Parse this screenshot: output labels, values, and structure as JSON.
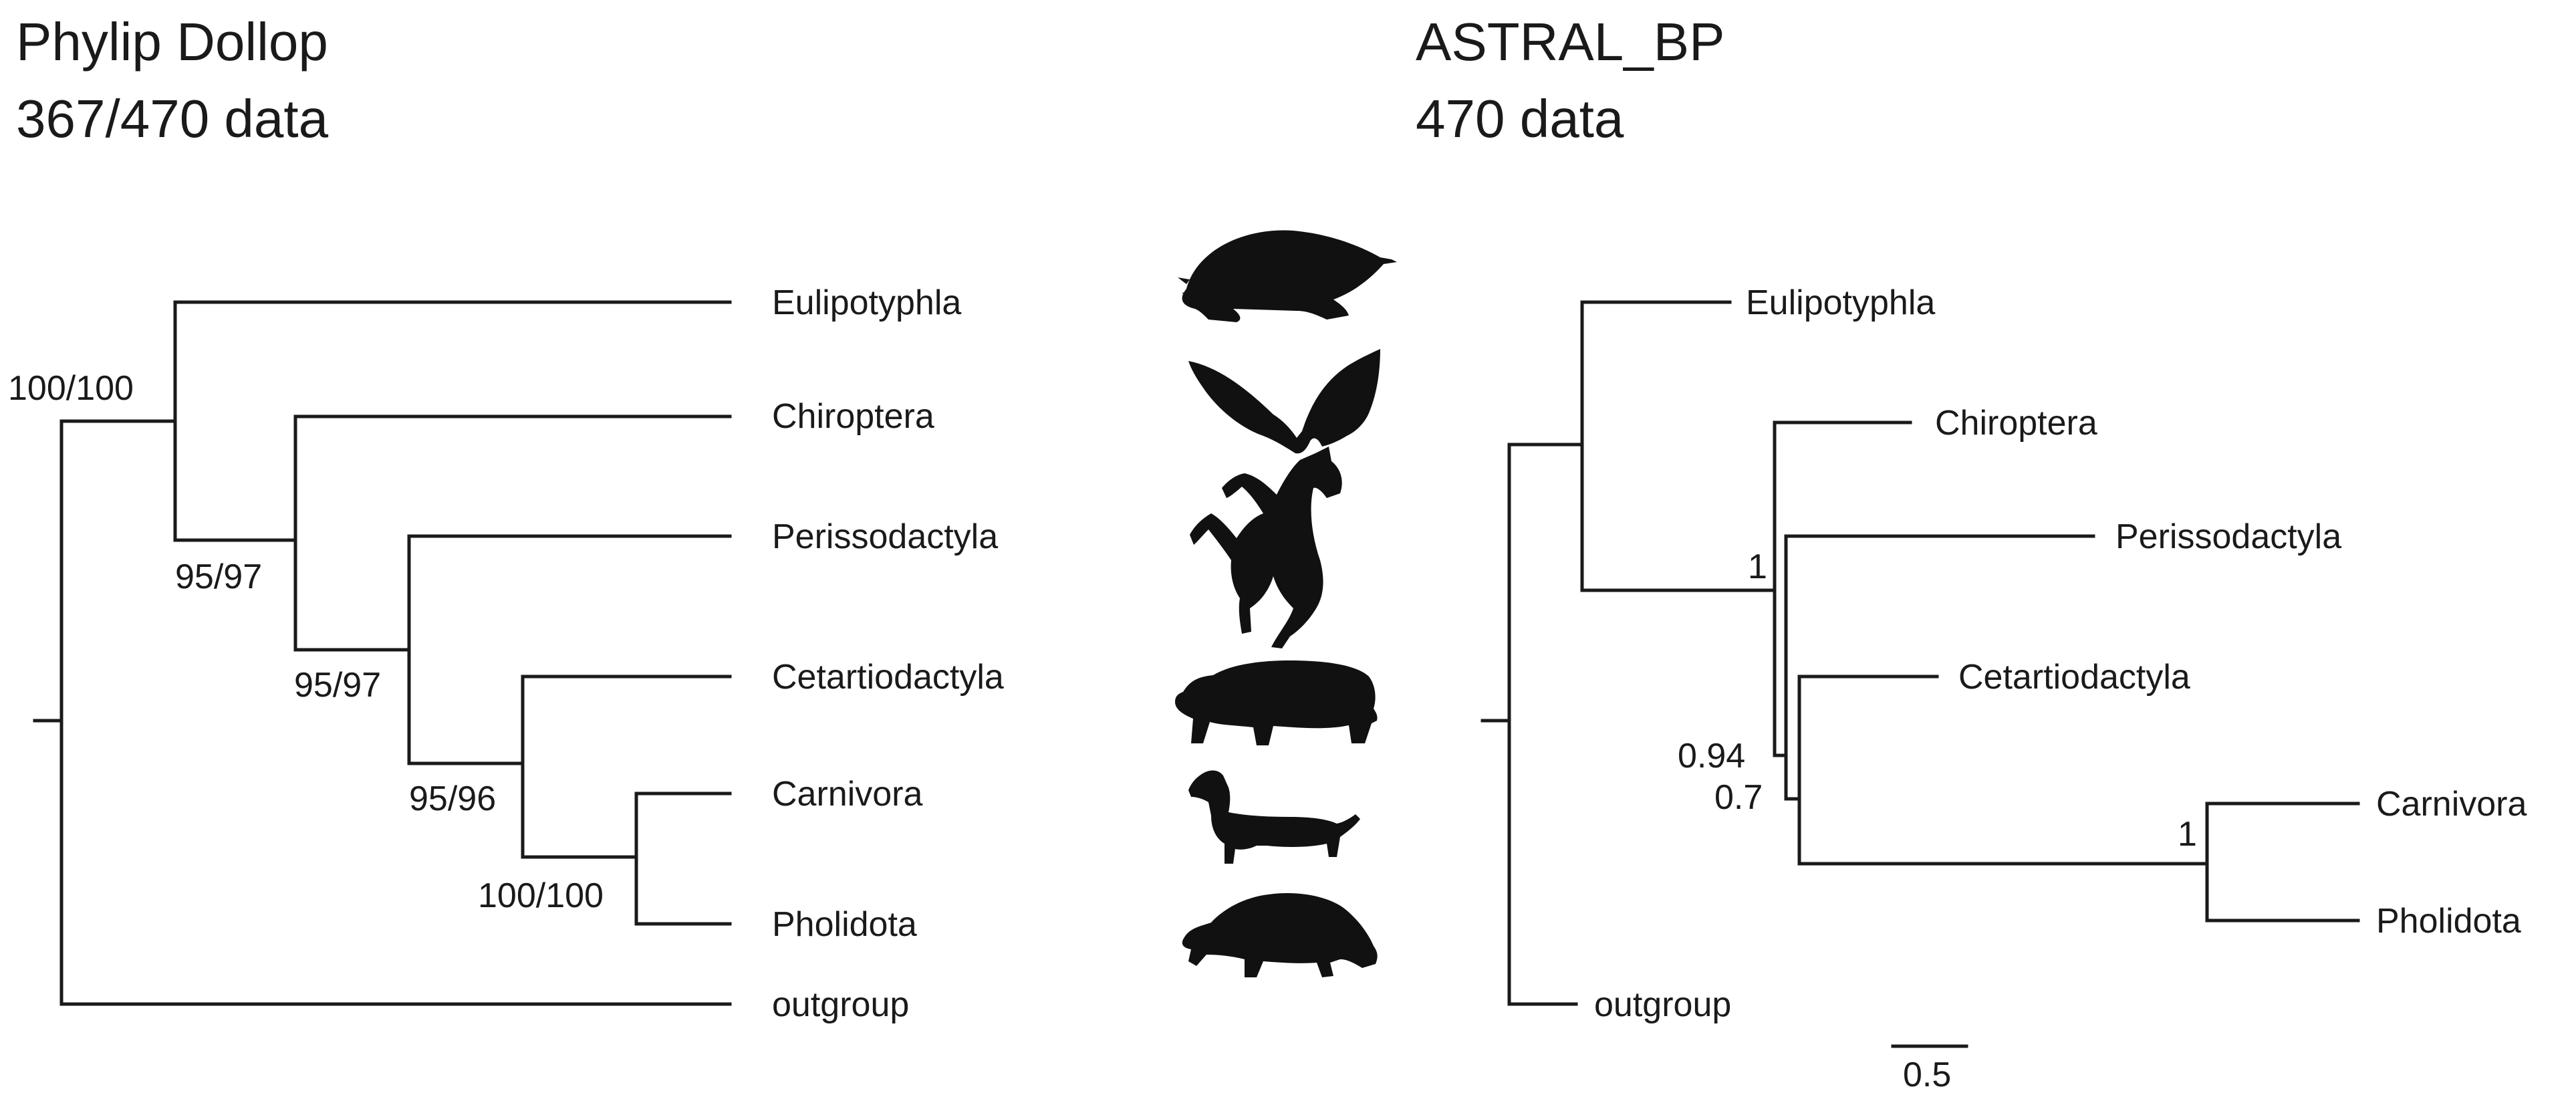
{
  "colors": {
    "ink": "#1a1a1a",
    "silhouette": "#111111",
    "background": "#ffffff"
  },
  "left_tree": {
    "title_line1": "Phylip Dollop",
    "title_line2": "367/470 data",
    "taxa": [
      "Eulipotyphla",
      "Chiroptera",
      "Perissodactyla",
      "Cetartiodactyla",
      "Carnivora",
      "Pholidota",
      "outgroup"
    ],
    "supports": [
      "100/100",
      "95/97",
      "95/97",
      "95/96",
      "100/100"
    ]
  },
  "right_tree": {
    "title_line1": "ASTRAL_BP",
    "title_line2": "470 data",
    "taxa": [
      "Eulipotyphla",
      "Chiroptera",
      "Perissodactyla",
      "Cetartiodactyla",
      "Carnivora",
      "Pholidota",
      "outgroup"
    ],
    "supports": [
      "1",
      "0.94",
      "0.7",
      "1"
    ],
    "scale_bar": {
      "label": "0.5",
      "length": 0.5
    }
  },
  "silhouettes": [
    "mole-silhouette-icon",
    "bat-silhouette-icon",
    "horse-silhouette-icon",
    "pig-silhouette-icon",
    "dachshund-silhouette-icon",
    "pangolin-silhouette-icon"
  ]
}
